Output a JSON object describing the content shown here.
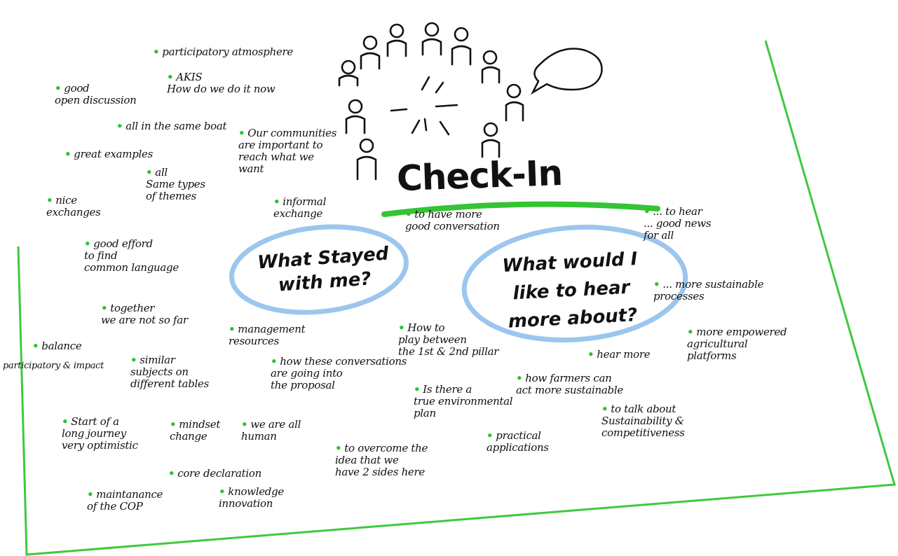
{
  "title": "Check-In",
  "questions": {
    "left": "What Stayed\nwith me?",
    "right": "What would I\nlike to hear\nmore about?"
  },
  "stayed_notes": [
    "participatory atmosphere",
    "AKIS\nHow do we do it now",
    "good\nopen discussion",
    "all in the same boat",
    "Our communities\nare important to\nreach what we\nwant",
    "great examples",
    "all\nSame types\nof themes",
    "nice\nexchanges",
    "informal\nexchange",
    "good efford\nto find\ncommon language",
    "together\nwe are not so far",
    "management\nresources",
    "balance",
    "participatory & impact",
    "similar\nsubjects on\ndifferent tables",
    "how these conversations\nare going into\nthe proposal",
    "Start of a\nlong journey\nvery optimistic",
    "mindset\nchange",
    "we are all\nhuman",
    "core declaration",
    "to overcome the\nidea that we\nhave 2 sides here",
    "maintanance\nof the COP",
    "knowledge\ninnovation"
  ],
  "hear_more_notes": [
    "to have more\ngood conversation",
    "... to hear\n... good news\nfor all",
    "... more sustainable\nprocesses",
    "more empowered\nagricultural\nplatforms",
    "hear more",
    "How to\nplay between\nthe 1st & 2nd pillar",
    "Is there a\ntrue environmental\nplan",
    "how farmers can\nact more sustainable",
    "to talk about\nSustainability &\ncompetitiveness",
    "practical\napplications"
  ],
  "colors": {
    "frame_green": "#3ec93e",
    "accent_green": "#34c434",
    "bubble_blue": "#9cc6ee",
    "ink": "#111111"
  },
  "icons": [
    "person-icon",
    "speech-bubble-icon",
    "sun-burst-icon"
  ]
}
